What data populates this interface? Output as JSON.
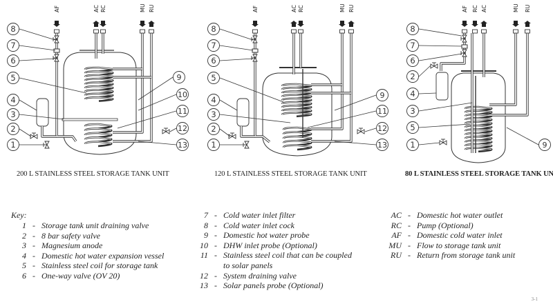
{
  "units": [
    {
      "id": "200",
      "caption": "200 L STAINLESS STEEL STORAGE TANK UNIT",
      "ports": [
        "AF",
        "AC",
        "RC",
        "MU",
        "RU"
      ],
      "left_callouts": [
        "8",
        "7",
        "6",
        "5",
        "4",
        "3",
        "2",
        "1"
      ],
      "right_callouts": [
        "9",
        "10",
        "11",
        "12",
        "13"
      ]
    },
    {
      "id": "120",
      "caption": "120 L STAINLESS STEEL STORAGE TANK UNIT",
      "ports": [
        "AF",
        "AC",
        "RC",
        "MU",
        "RU"
      ],
      "left_callouts": [
        "8",
        "7",
        "6",
        "5",
        "4",
        "3",
        "2",
        "1"
      ],
      "right_callouts": [
        "9",
        "11",
        "12",
        "13"
      ]
    },
    {
      "id": "80",
      "caption": "80 L STAINLESS STEEL STORAGE TANK UNIT",
      "ports": [
        "AF",
        "RC",
        "AC",
        "MU",
        "RU"
      ],
      "left_callouts": [
        "8",
        "7",
        "6",
        "2",
        "4",
        "3",
        "5",
        "1"
      ],
      "right_callouts": [
        "9"
      ]
    }
  ],
  "key": {
    "title": "Key:",
    "numbered": [
      {
        "num": "1",
        "text": "Storage tank unit draining valve"
      },
      {
        "num": "2",
        "text": "8 bar safety valve"
      },
      {
        "num": "3",
        "text": "Magnesium anode"
      },
      {
        "num": "4",
        "text": "Domestic hot water expansion vessel"
      },
      {
        "num": "5",
        "text": "Stainless steel coil for storage tank"
      },
      {
        "num": "6",
        "text": "One-way valve (OV 20)"
      },
      {
        "num": "7",
        "text": "Cold water inlet filter"
      },
      {
        "num": "8",
        "text": "Cold water inlet cock"
      },
      {
        "num": "9",
        "text": "Domestic hot water probe"
      },
      {
        "num": "10",
        "text": "DHW inlet probe (Optional)"
      },
      {
        "num": "11",
        "text": "Stainless steel coil that can be coupled",
        "cont": "to solar panels"
      },
      {
        "num": "12",
        "text": "System draining valve"
      },
      {
        "num": "13",
        "text": "Solar panels probe (Optional)"
      }
    ],
    "abbreviations": [
      {
        "abbr": "AC",
        "text": "Domestic hot water outlet"
      },
      {
        "abbr": "RC",
        "text": "Pump (Optional)"
      },
      {
        "abbr": "AF",
        "text": "Domestic cold water inlet"
      },
      {
        "abbr": "MU",
        "text": "Flow to storage tank unit"
      },
      {
        "abbr": "RU",
        "text": "Return from storage tank unit"
      }
    ],
    "dash": "-"
  },
  "page_number": "3-1"
}
